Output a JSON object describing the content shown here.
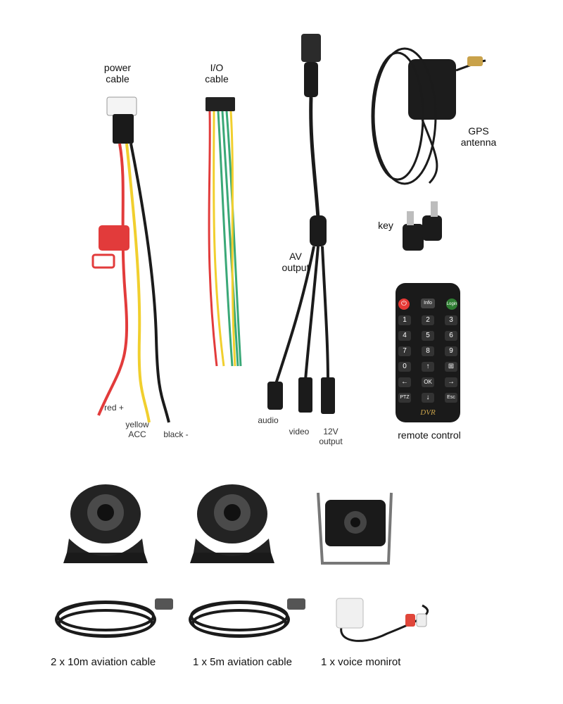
{
  "labels": {
    "power_cable": "power\ncable",
    "io_cable": "I/O\ncable",
    "av_output": "AV\noutput",
    "gps_antenna": "GPS\nantenna",
    "key": "key",
    "remote_control": "remote control",
    "red_plus": "red +",
    "yellow_acc": "yellow\nACC",
    "black_minus": "black -",
    "audio": "audio",
    "video": "video",
    "v12_output": "12V\noutput"
  },
  "remote": {
    "brand": "DVR",
    "keys": [
      "Info",
      "Login",
      "1",
      "2",
      "3",
      "4",
      "5",
      "6",
      "7",
      "8",
      "9",
      "0",
      "↑",
      "⊞",
      "←",
      "OK",
      "→",
      "PTZ",
      "↓",
      "Esc"
    ]
  },
  "captions": {
    "cable_10m": "2 x 10m aviation cable",
    "cable_5m": "1 x 5m aviation cable",
    "voice_monitor": "1 x voice monirot"
  },
  "colors": {
    "wire_red": "#e23b3b",
    "wire_yellow": "#f1cf2e",
    "wire_black": "#1b1b1b",
    "wire_green": "#3aa877",
    "remote_body": "#1a1a1a"
  }
}
